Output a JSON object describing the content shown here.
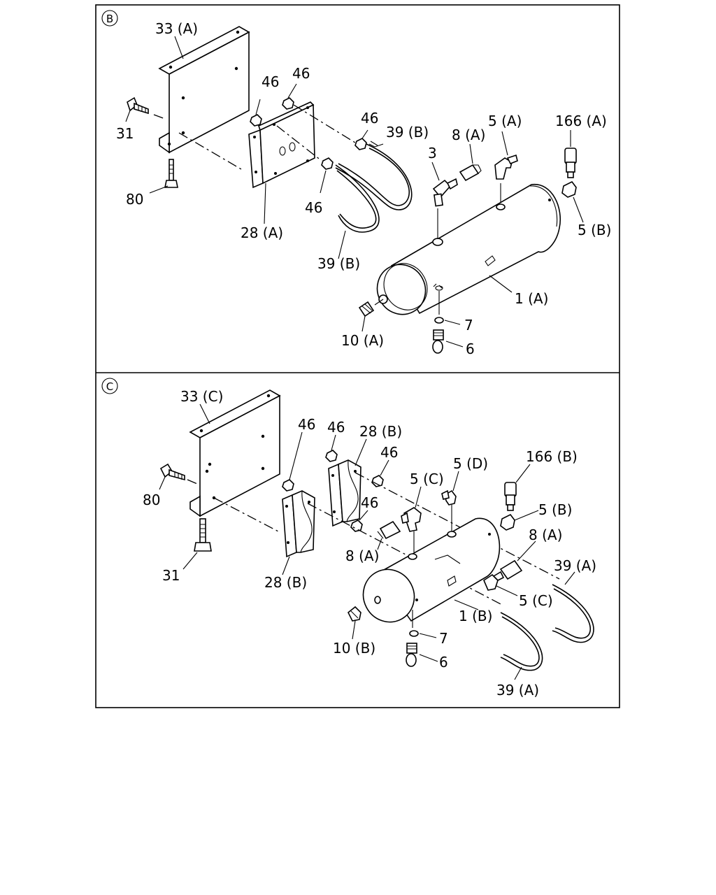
{
  "panels": [
    {
      "id": "B",
      "marker": "B",
      "labels": {
        "l33a": "33 (A)",
        "l31": "31",
        "l80": "80",
        "l46a": "46",
        "l46b": "46",
        "l46c": "46",
        "l46d": "46",
        "l28a": "28 (A)",
        "l39b_top": "39 (B)",
        "l39b_bot": "39 (B)",
        "l3": "3",
        "l8a": "8 (A)",
        "l5a": "5 (A)",
        "l166a": "166 (A)",
        "l5b": "5 (B)",
        "l1a": "1 (A)",
        "l7": "7",
        "l6": "6",
        "l10a": "10 (A)"
      }
    },
    {
      "id": "C",
      "marker": "C",
      "labels": {
        "l33c": "33 (C)",
        "l80": "80",
        "l31": "31",
        "l46a": "46",
        "l46b": "46",
        "l46c": "46",
        "l46d": "46",
        "l28b_top": "28 (B)",
        "l28b_bot": "28 (B)",
        "l5c_top": "5 (C)",
        "l5d": "5 (D)",
        "l166b": "166 (B)",
        "l5b": "5 (B)",
        "l8a_left": "8 (A)",
        "l8a_right": "8 (A)",
        "l39a_top": "39 (A)",
        "l39a_bot": "39 (A)",
        "l5c_bot": "5 (C)",
        "l1b": "1 (B)",
        "l7": "7",
        "l6": "6",
        "l10b": "10 (B)"
      }
    }
  ]
}
